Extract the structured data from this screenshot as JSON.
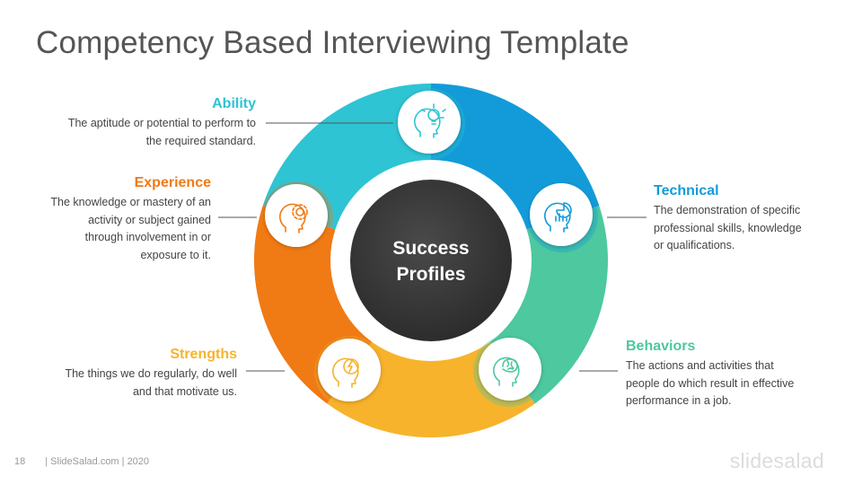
{
  "title": "Competency Based Interviewing Template",
  "center": {
    "line1": "Success",
    "line2": "Profiles"
  },
  "segments": {
    "ability": {
      "heading": "Ability",
      "lines": [
        "The aptitude or potential to perform to",
        "the required standard."
      ],
      "color": "#2EC4D4",
      "icon": "head-lightbulb-icon"
    },
    "experience": {
      "heading": "Experience",
      "lines": [
        "The knowledge or mastery of an",
        "activity or subject gained",
        "through involvement in or",
        "exposure to  it."
      ],
      "color": "#F07A14",
      "icon": "head-gear-icon"
    },
    "strengths": {
      "heading": "Strengths",
      "lines": [
        "The things we do regularly, do well",
        "and that motivate us."
      ],
      "color": "#F7B32B",
      "icon": "head-lightning-icon"
    },
    "technical": {
      "heading": "Technical",
      "lines": [
        "The demonstration of specific",
        "professional skills, knowledge",
        "or qualifications."
      ],
      "color": "#139BD9",
      "icon": "head-chart-icon"
    },
    "behaviors": {
      "heading": "Behaviors",
      "lines": [
        "The actions and activities that",
        "people do which result in effective",
        "performance in a job."
      ],
      "color": "#4DC89F",
      "icon": "head-brain-icon"
    }
  },
  "footer": {
    "page": "18",
    "text": "| SlideSalad.com | 2020"
  },
  "brand": "slidesalad"
}
